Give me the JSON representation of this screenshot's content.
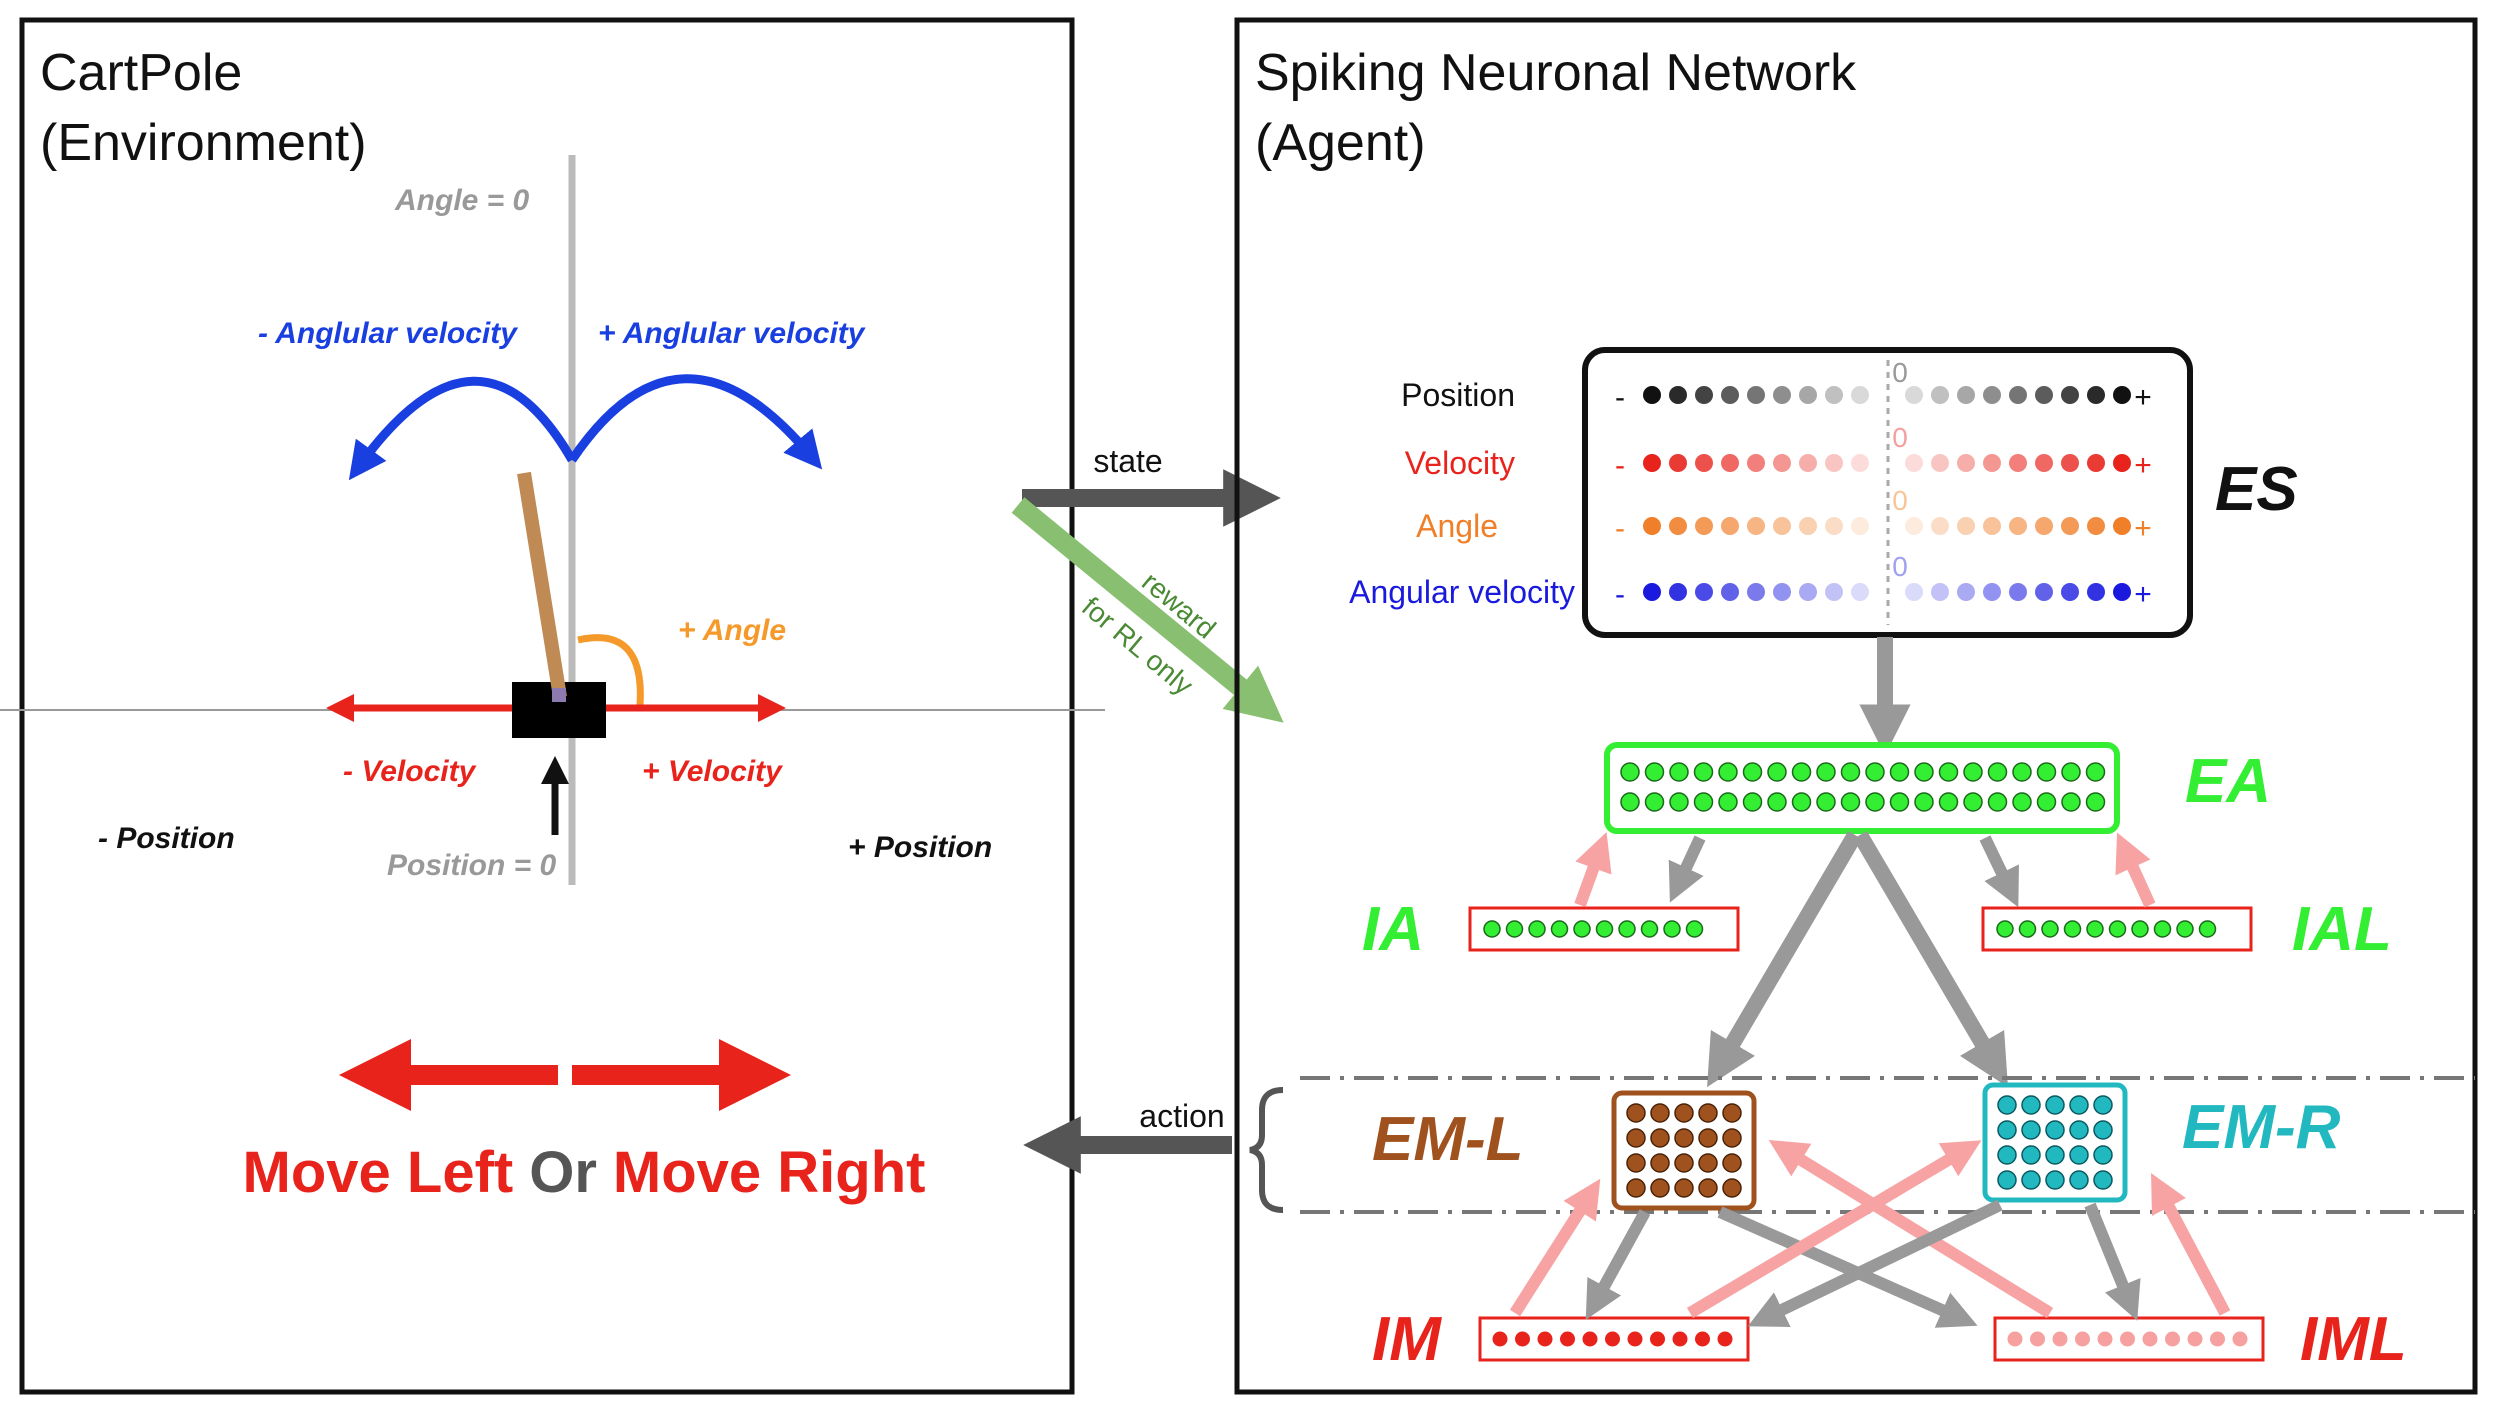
{
  "environment": {
    "title_line1": "CartPole",
    "title_line2": "(Environment)",
    "angle_zero": "Angle = 0",
    "neg_angular_velocity": "- Anglular velocity",
    "pos_angular_velocity": "+ Anglular velocity",
    "pos_angle": "+ Angle",
    "neg_velocity": "- Velocity",
    "pos_velocity": "+ Velocity",
    "neg_position": "- Position",
    "pos_position": "+ Position",
    "position_zero": "Position = 0",
    "action_move_left": "Move Left",
    "action_or": "Or",
    "action_move_right": "Move Right"
  },
  "connections": {
    "state": "state",
    "reward": "reward",
    "reward_note": "for RL only",
    "action": "action"
  },
  "agent": {
    "title_line1": "Spiking Neuronal Network",
    "title_line2": "(Agent)",
    "es": {
      "label": "ES",
      "rows": [
        {
          "name": "Position",
          "color": "#111111",
          "minus": "-",
          "plus": "+",
          "zero": "0"
        },
        {
          "name": "Velocity",
          "color": "#e8231c",
          "minus": "-",
          "plus": "+",
          "zero": "0"
        },
        {
          "name": "Angle",
          "color": "#f07f2a",
          "minus": "-",
          "plus": "+",
          "zero": "0"
        },
        {
          "name": "Angular velocity",
          "color": "#1a1adf",
          "minus": "-",
          "plus": "+",
          "zero": "0"
        }
      ]
    },
    "populations": {
      "ea": "EA",
      "ia": "IA",
      "ial": "IAL",
      "em_l": "EM-L",
      "em_r": "EM-R",
      "im": "IM",
      "iml": "IML"
    }
  },
  "colors": {
    "excitatory_green": "#33ee33",
    "inhibitory_red": "#e8231c",
    "em_l_brown": "#a0521e",
    "em_r_teal": "#22b8c0",
    "arrow_gray": "#999999",
    "arrow_pink": "#f7a3a3",
    "reward_green": "#88bf70",
    "angular_blue": "#1a3fe0",
    "angle_orange": "#f59a2a",
    "pole_brown": "#c08a55"
  }
}
